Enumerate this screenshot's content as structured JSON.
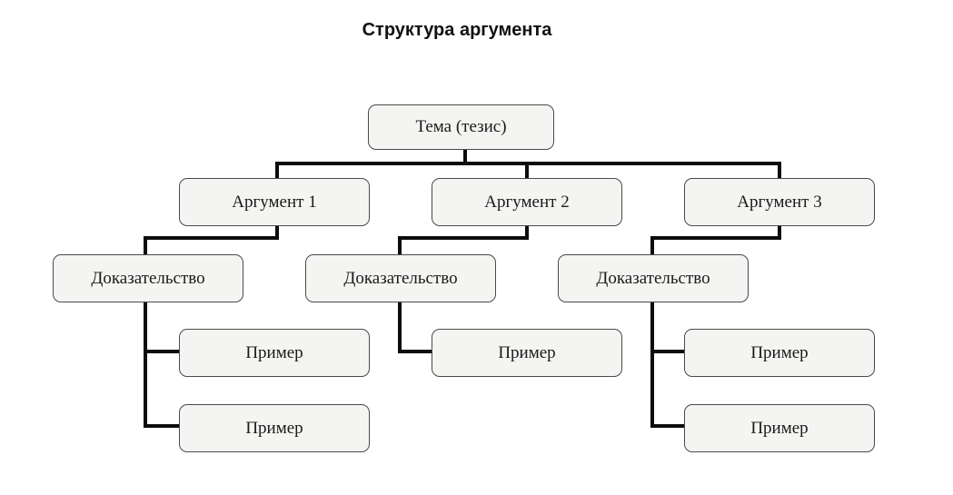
{
  "title": "Структура аргумента",
  "nodes": {
    "topic": "Тема (тезис)",
    "arguments": [
      "Аргумент 1",
      "Аргумент 2",
      "Аргумент 3"
    ],
    "proofs": [
      "Доказательство",
      "Доказательство",
      "Доказательство"
    ],
    "examples": {
      "branch1": [
        "Пример",
        "Пример"
      ],
      "branch2": [
        "Пример"
      ],
      "branch3": [
        "Пример",
        "Пример"
      ]
    }
  }
}
